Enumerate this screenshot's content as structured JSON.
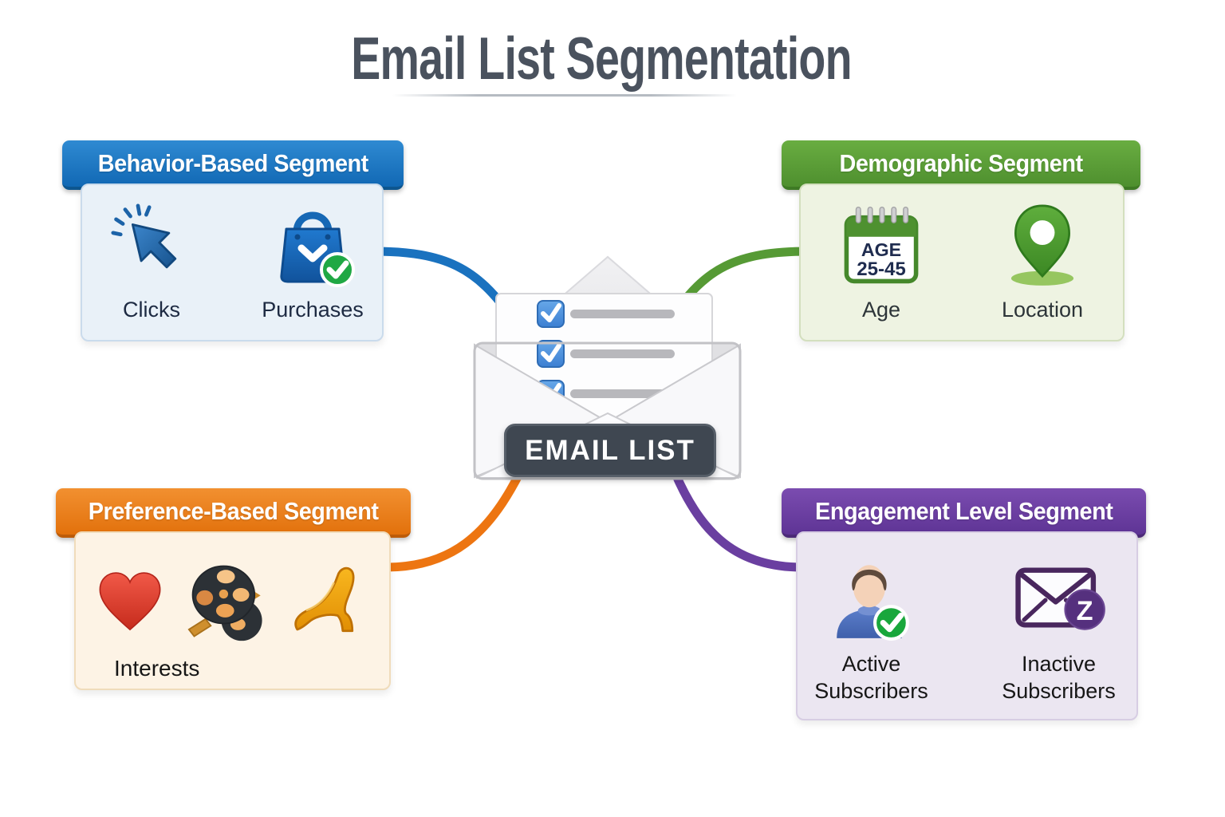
{
  "page": {
    "title": "Email List Segmentation",
    "background": "#ffffff",
    "title_color": "#4a525e"
  },
  "center": {
    "badge_label": "EMAIL LIST",
    "icon": "open-envelope-checklist-icon",
    "checklist_rows": 3
  },
  "segments": {
    "behavior": {
      "title": "Behavior-Based Segment",
      "accent_color": "#1a72bf",
      "body_color": "#e9f1f8",
      "items": [
        {
          "label": "Clicks",
          "icon": "cursor-click-icon"
        },
        {
          "label": "Purchases",
          "icon": "shopping-bag-check-icon"
        }
      ]
    },
    "demographic": {
      "title": "Demographic Segment",
      "accent_color": "#569a35",
      "body_color": "#eef3e2",
      "calendar_line1": "AGE",
      "calendar_line2": "25-45",
      "items": [
        {
          "label": "Age",
          "icon": "age-calendar-icon"
        },
        {
          "label": "Location",
          "icon": "location-pin-icon"
        }
      ]
    },
    "preference": {
      "title": "Preference-Based Segment",
      "accent_color": "#ed7511",
      "body_color": "#fdf3e5",
      "items": [
        {
          "label": "Interests",
          "icons": [
            "heart-icon",
            "film-reel-icon",
            "high-heel-icon"
          ]
        }
      ]
    },
    "engagement": {
      "title": "Engagement Level Segment",
      "accent_color": "#6a3fa0",
      "body_color": "#ebe6f1",
      "sleep_badge": "Z",
      "items": [
        {
          "label": "Active Subscribers",
          "icon": "active-subscriber-icon"
        },
        {
          "label": "Inactive Subscribers",
          "icon": "inactive-subscriber-icon"
        }
      ]
    }
  }
}
